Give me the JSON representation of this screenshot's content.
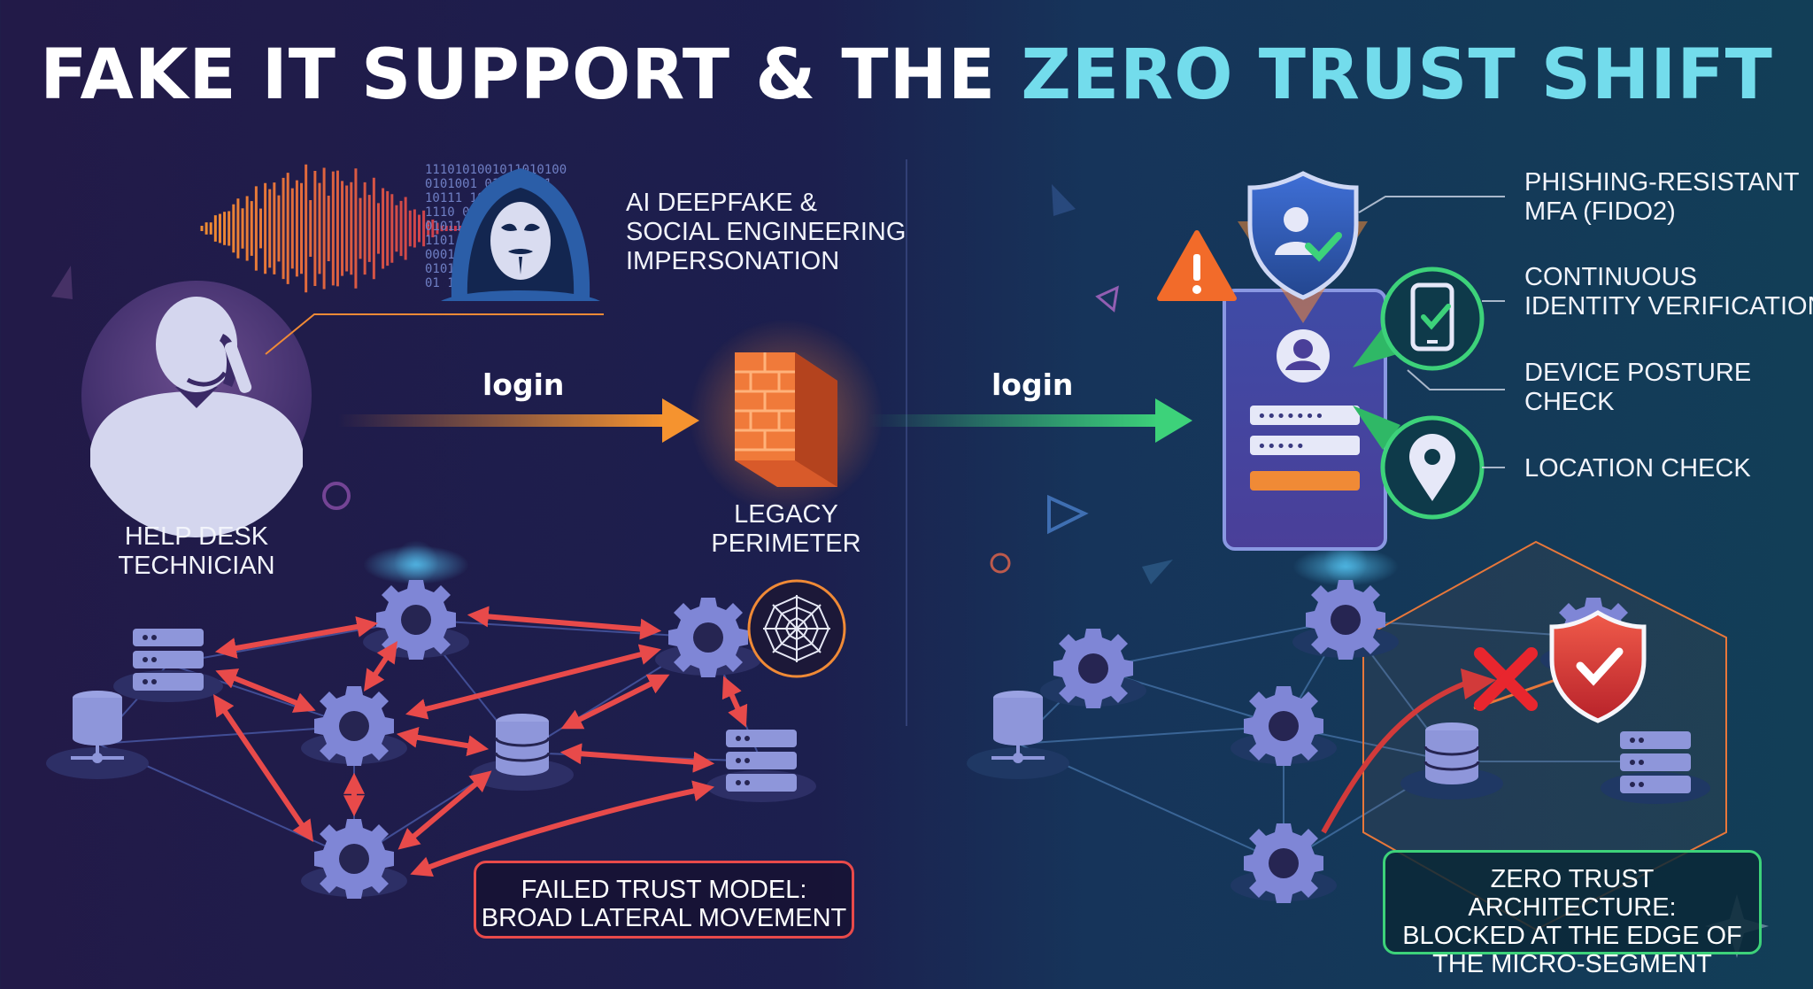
{
  "title": {
    "part1": "FAKE IT SUPPORT & THE",
    "part2": "ZERO TRUST SHIFT"
  },
  "left": {
    "deepfake_label": [
      "AI DEEPFAKE &",
      "SOCIAL ENGINEERING",
      "IMPERSONATION"
    ],
    "technician_label": [
      "HELP DESK",
      "TECHNICIAN"
    ],
    "login_label": "login",
    "perimeter_label": [
      "LEGACY",
      "PERIMETER"
    ],
    "callout_box": [
      "FAILED TRUST MODEL:",
      "BROAD LATERAL MOVEMENT"
    ],
    "binary_rows": [
      "1110101001011010100",
      "0101001 011010001",
      "10111 10110110",
      "1110 01011011",
      "01011 101101",
      "1101 01101",
      "00011 1011",
      "0101 110",
      "01 10"
    ]
  },
  "right": {
    "login_label": "login",
    "checks": [
      [
        "PHISHING-RESISTANT",
        "MFA (FIDO2)"
      ],
      [
        "CONTINUOUS",
        "IDENTITY VERIFICATION"
      ],
      [
        "DEVICE POSTURE",
        "CHECK"
      ],
      [
        "LOCATION CHECK"
      ]
    ],
    "callout_box": [
      "ZERO TRUST ARCHITECTURE:",
      "BLOCKED AT THE EDGE OF",
      "THE MICRO-SEGMENT"
    ]
  },
  "colors": {
    "accent_cyan": "#73dcec",
    "attack_red": "#e84a4a",
    "verify_green": "#3dd27a",
    "login_orange": "#f08a36",
    "warning_orange": "#f26b2a"
  },
  "icons": {
    "technician": "person-with-phone-icon",
    "hacker": "hooded-hacker-mask-icon",
    "firewall": "brick-firewall-icon",
    "malware": "spider-web-icon",
    "shield_user": "shield-user-check-icon",
    "mobile_check": "phone-check-icon",
    "location": "map-pin-icon",
    "warning": "warning-triangle-icon",
    "blocked": "red-x-icon",
    "shield_ok": "shield-check-icon"
  }
}
